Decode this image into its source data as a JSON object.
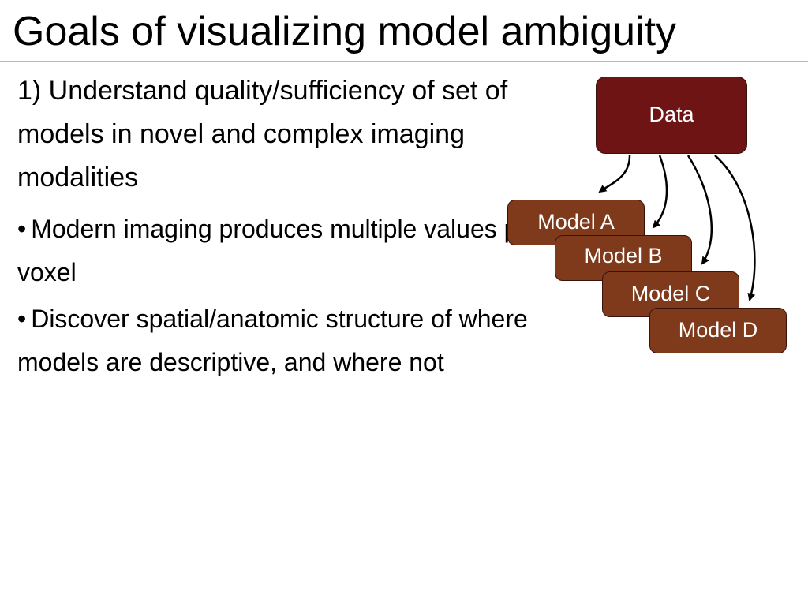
{
  "slide": {
    "title": "Goals of visualizing model ambiguity"
  },
  "content": {
    "goal": "1) Understand quality/sufficiency of set of models in novel and complex imaging modalities",
    "bullets": [
      {
        "marker": "•",
        "text": "Modern imaging produces multiple values per-voxel"
      },
      {
        "marker": "•",
        "text": "Discover spatial/anatomic structure of where models are descriptive, and where not"
      }
    ]
  },
  "diagram": {
    "source": "Data",
    "models": [
      "Model A",
      "Model B",
      "Model C",
      "Model D"
    ],
    "colors": {
      "data_fill": "#6e1414",
      "model_fill": "#7f3a1c",
      "arrow": "#000000"
    }
  }
}
